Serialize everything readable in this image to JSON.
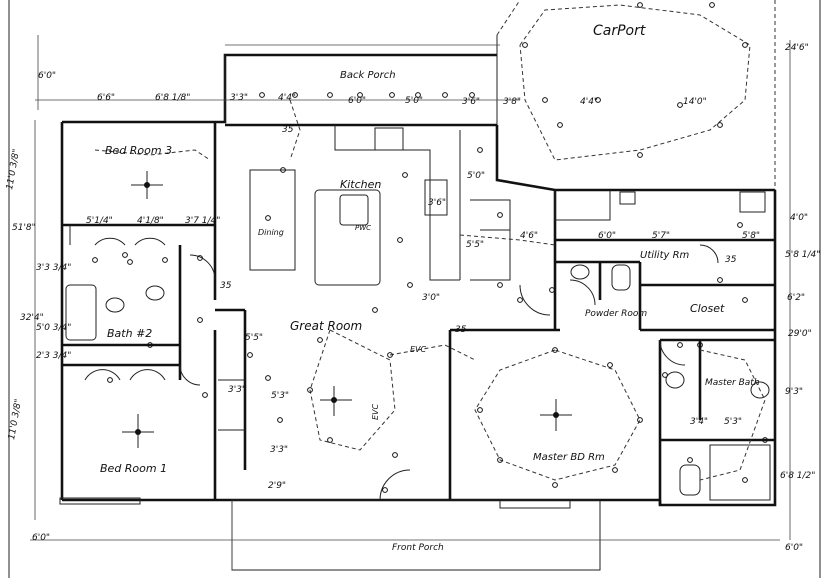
{
  "rooms": {
    "carport": "CarPort",
    "back_porch": "Back Porch",
    "bedroom3": "Bed Room 3",
    "kitchen": "Kitchen",
    "dining": "Dining",
    "bath2": "Bath #2",
    "great_room": "Great Room",
    "utility": "Utility Rm",
    "powder": "Powder Room",
    "closet": "Closet",
    "master_bath": "Master Bath",
    "master_bed": "Master BD Rm",
    "bedroom1": "Bed Room 1",
    "front_porch": "Front Porch"
  },
  "labels": {
    "pwc_kitchen": "PWC",
    "evc": "EVC",
    "evc_vertical": "EVC"
  },
  "dimensions": {
    "top_row": [
      "6'6\"",
      "6'8 1/8\"",
      "3'3\"",
      "4'4\"",
      "6'0\"",
      "5'0\"",
      "3'6\"",
      "3'8\"",
      "4'4\"",
      "14'0\""
    ],
    "left_col": [
      "6'0\"",
      "11'0 3/8\"",
      "51'8\"",
      "3'3 3/4\"",
      "32'4\"",
      "5'0 3/4\"",
      "2'3 3/4\"",
      "11'0 3/8\"",
      "6'0\""
    ],
    "right_col": [
      "24'6\"",
      "4'0\"",
      "5'8 1/4\"",
      "6'2\"",
      "29'0\"",
      "9'3\"",
      "6'8 1/2\"",
      "6'0\""
    ],
    "interior": [
      "5'1/4\"",
      "4'1/8\"",
      "3'7 1/4\"",
      "5'5\"",
      "5'3\"",
      "3'3\"",
      "3'3\"",
      "2'9\"",
      "5'0\"",
      "3'6\"",
      "5'5\"",
      "4'6\"",
      "6'0\"",
      "5'7\"",
      "5'8\"",
      "3'4\"",
      "5'3\"",
      "3'0\"",
      "35",
      "35",
      "35",
      "35"
    ]
  },
  "colors": {
    "ink": "#111111",
    "paper": "#ffffff"
  }
}
